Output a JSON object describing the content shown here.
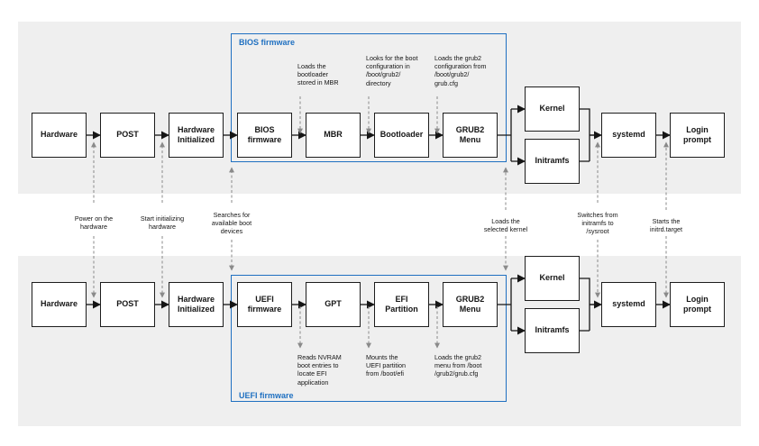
{
  "bios_section": {
    "frame_label": "BIOS firmware",
    "boxes": {
      "hardware": "Hardware",
      "post": "POST",
      "hw_init": "Hardware\nInitialized",
      "firmware": "BIOS\nfirmware",
      "mbr": "MBR",
      "bootloader": "Bootloader",
      "grub2_menu": "GRUB2\nMenu",
      "kernel": "Kernel",
      "initramfs": "Initramfs",
      "systemd": "systemd",
      "login": "Login\nprompt"
    },
    "notes": {
      "mbr": "Loads the\nbootloader\nstored in MBR",
      "bootloader": "Looks for the boot\nconfiguration in\n/boot/grub2/\ndirectory",
      "grub2": "Loads the grub2\nconfiguration from\n/boot/grub2/\ngrub.cfg"
    }
  },
  "uefi_section": {
    "frame_label": "UEFI firmware",
    "boxes": {
      "hardware": "Hardware",
      "post": "POST",
      "hw_init": "Hardware\nInitialized",
      "firmware": "UEFI\nfirmware",
      "gpt": "GPT",
      "efi_partition": "EFI\nPartition",
      "grub2_menu": "GRUB2\nMenu",
      "kernel": "Kernel",
      "initramfs": "Initramfs",
      "systemd": "systemd",
      "login": "Login\nprompt"
    },
    "notes": {
      "gpt": "Reads NVRAM\nboot entries to\nlocate EFI\napplication",
      "efi": "Mounts the\nUEFI partition\nfrom /boot/efi",
      "grub2": "Loads the grub2\nmenu from /boot\n/grub2/grub.cfg"
    }
  },
  "shared_notes": {
    "power_on": "Power on the\nhardware",
    "start_init": "Start initializing\nhardware",
    "searches": "Searches for\navailable boot\ndevices",
    "loads_kernel": "Loads the\nselected kernel",
    "switches": "Switches from\ninitramfs to\n/sysroot",
    "starts": "Starts the\ninitrd.target"
  },
  "colors": {
    "band": "#efefef",
    "frame": "#1f70c1",
    "arrow": "#151515",
    "dashed": "#8a8a8a"
  }
}
